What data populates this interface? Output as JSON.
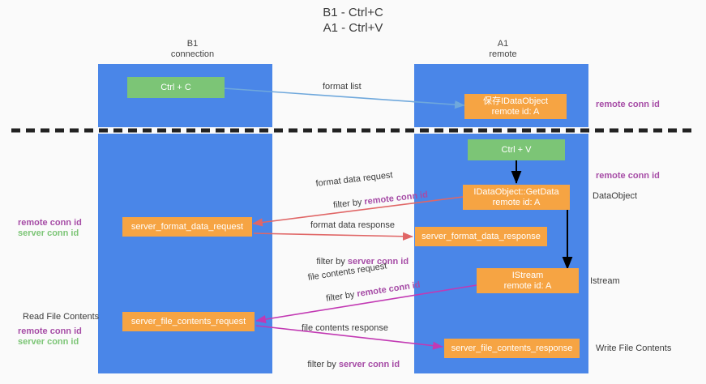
{
  "title": "B1 - Ctrl+C\nA1 - Ctrl+V",
  "colors": {
    "lane": "#4a86e8",
    "node_orange": "#f6a443",
    "node_green": "#7cc576",
    "accent_purple": "#a64ca6",
    "accent_green": "#7cc576",
    "arrow_blue": "#6fa8dc",
    "arrow_red": "#e06666",
    "arrow_magenta": "#c239b3",
    "arrow_black": "#000000",
    "background": "#fafafa"
  },
  "lanes": [
    {
      "key": "b1",
      "header": "B1\nconnection"
    },
    {
      "key": "a1",
      "header": "A1\nremote"
    }
  ],
  "nodes": [
    {
      "key": "ctrl_c",
      "label": "Ctrl + C"
    },
    {
      "key": "save_idataobject",
      "label": "保存IDataObject\nremote id: A"
    },
    {
      "key": "ctrl_v",
      "label": "Ctrl + V"
    },
    {
      "key": "getdata",
      "label": "IDataObject::GetData\nremote id: A"
    },
    {
      "key": "fmt_req",
      "label": "server_format_data_request"
    },
    {
      "key": "fmt_resp",
      "label": "server_format_data_response"
    },
    {
      "key": "istream",
      "label": "IStream\nremote id: A"
    },
    {
      "key": "file_req",
      "label": "server_file_contents_request"
    },
    {
      "key": "file_resp",
      "label": "server_file_contents_response"
    }
  ],
  "arrow_labels": {
    "format_list": "format list",
    "format_data_request": "format data request",
    "format_data_request_filter_prefix": "filter by ",
    "format_data_request_filter_value": "remote conn id",
    "format_data_response": "format data response",
    "format_data_response_filter_prefix": "filter by ",
    "format_data_response_filter_value": "server conn id",
    "file_contents_request": "file contents request",
    "file_contents_request_filter_prefix": "filter by ",
    "file_contents_request_filter_value": "remote conn id",
    "file_contents_response": "file contents response",
    "file_contents_response_filter_prefix": "filter by ",
    "file_contents_response_filter_value": "server conn id"
  },
  "side_labels": {
    "right_remote_conn_id_top": "remote conn id",
    "right_remote_conn_id_mid": "remote conn id",
    "right_dataobject": "DataObject",
    "right_istream": "Istream",
    "right_write_file_contents": "Write File Contents",
    "left_remote_conn_id_mid": "remote conn id",
    "left_server_conn_id_mid": "server conn id",
    "left_read_file_contents": "Read File Contents",
    "left_remote_conn_id_bot": "remote conn id",
    "left_server_conn_id_bot": "server conn id"
  }
}
